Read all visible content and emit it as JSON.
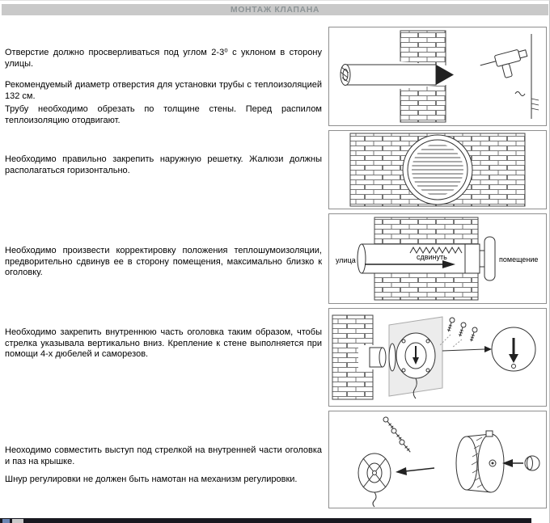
{
  "header": {
    "title": "МОНТАЖ КЛАПАНА"
  },
  "instructions": [
    {
      "paragraphs": [
        "Отверстие должно просверливаться под углом 2-3⁰ с уклоном в сторону улицы.",
        "Рекомендуемый диаметр отверстия для установки трубы с теплоизоляцией 132 см.",
        "Трубу необходимо обрезать по толщине стены. Перед распилом теплоизоляцию отодвигают."
      ]
    },
    {
      "paragraphs": [
        "Необходимо правильно закрепить наружную решетку. Жалюзи должны располагаться горизонтально."
      ]
    },
    {
      "paragraphs": [
        "Необходимо произвести корректировку положения теплошумоизоляции, предворительно сдвинув ее в сторону помещения, максимально близко к оголовку."
      ],
      "diagram_labels": {
        "left": "улица",
        "center": "сдвинуть",
        "right": "помещение"
      }
    },
    {
      "paragraphs": [
        "Необходимо закрепить внутреннюю часть оголовка таким образом, чтобы стрелка указывала вертикально вниз. Крепление к стене выполняется при помощи 4-х дюбелей и саморезов."
      ]
    },
    {
      "paragraphs": [
        "Неоходимо совместить выступ под стрелкой на внутренней части оголовка и паз на крышке.",
        "Шнур регулировки не должен быть намотан на механизм регулировки."
      ]
    }
  ]
}
